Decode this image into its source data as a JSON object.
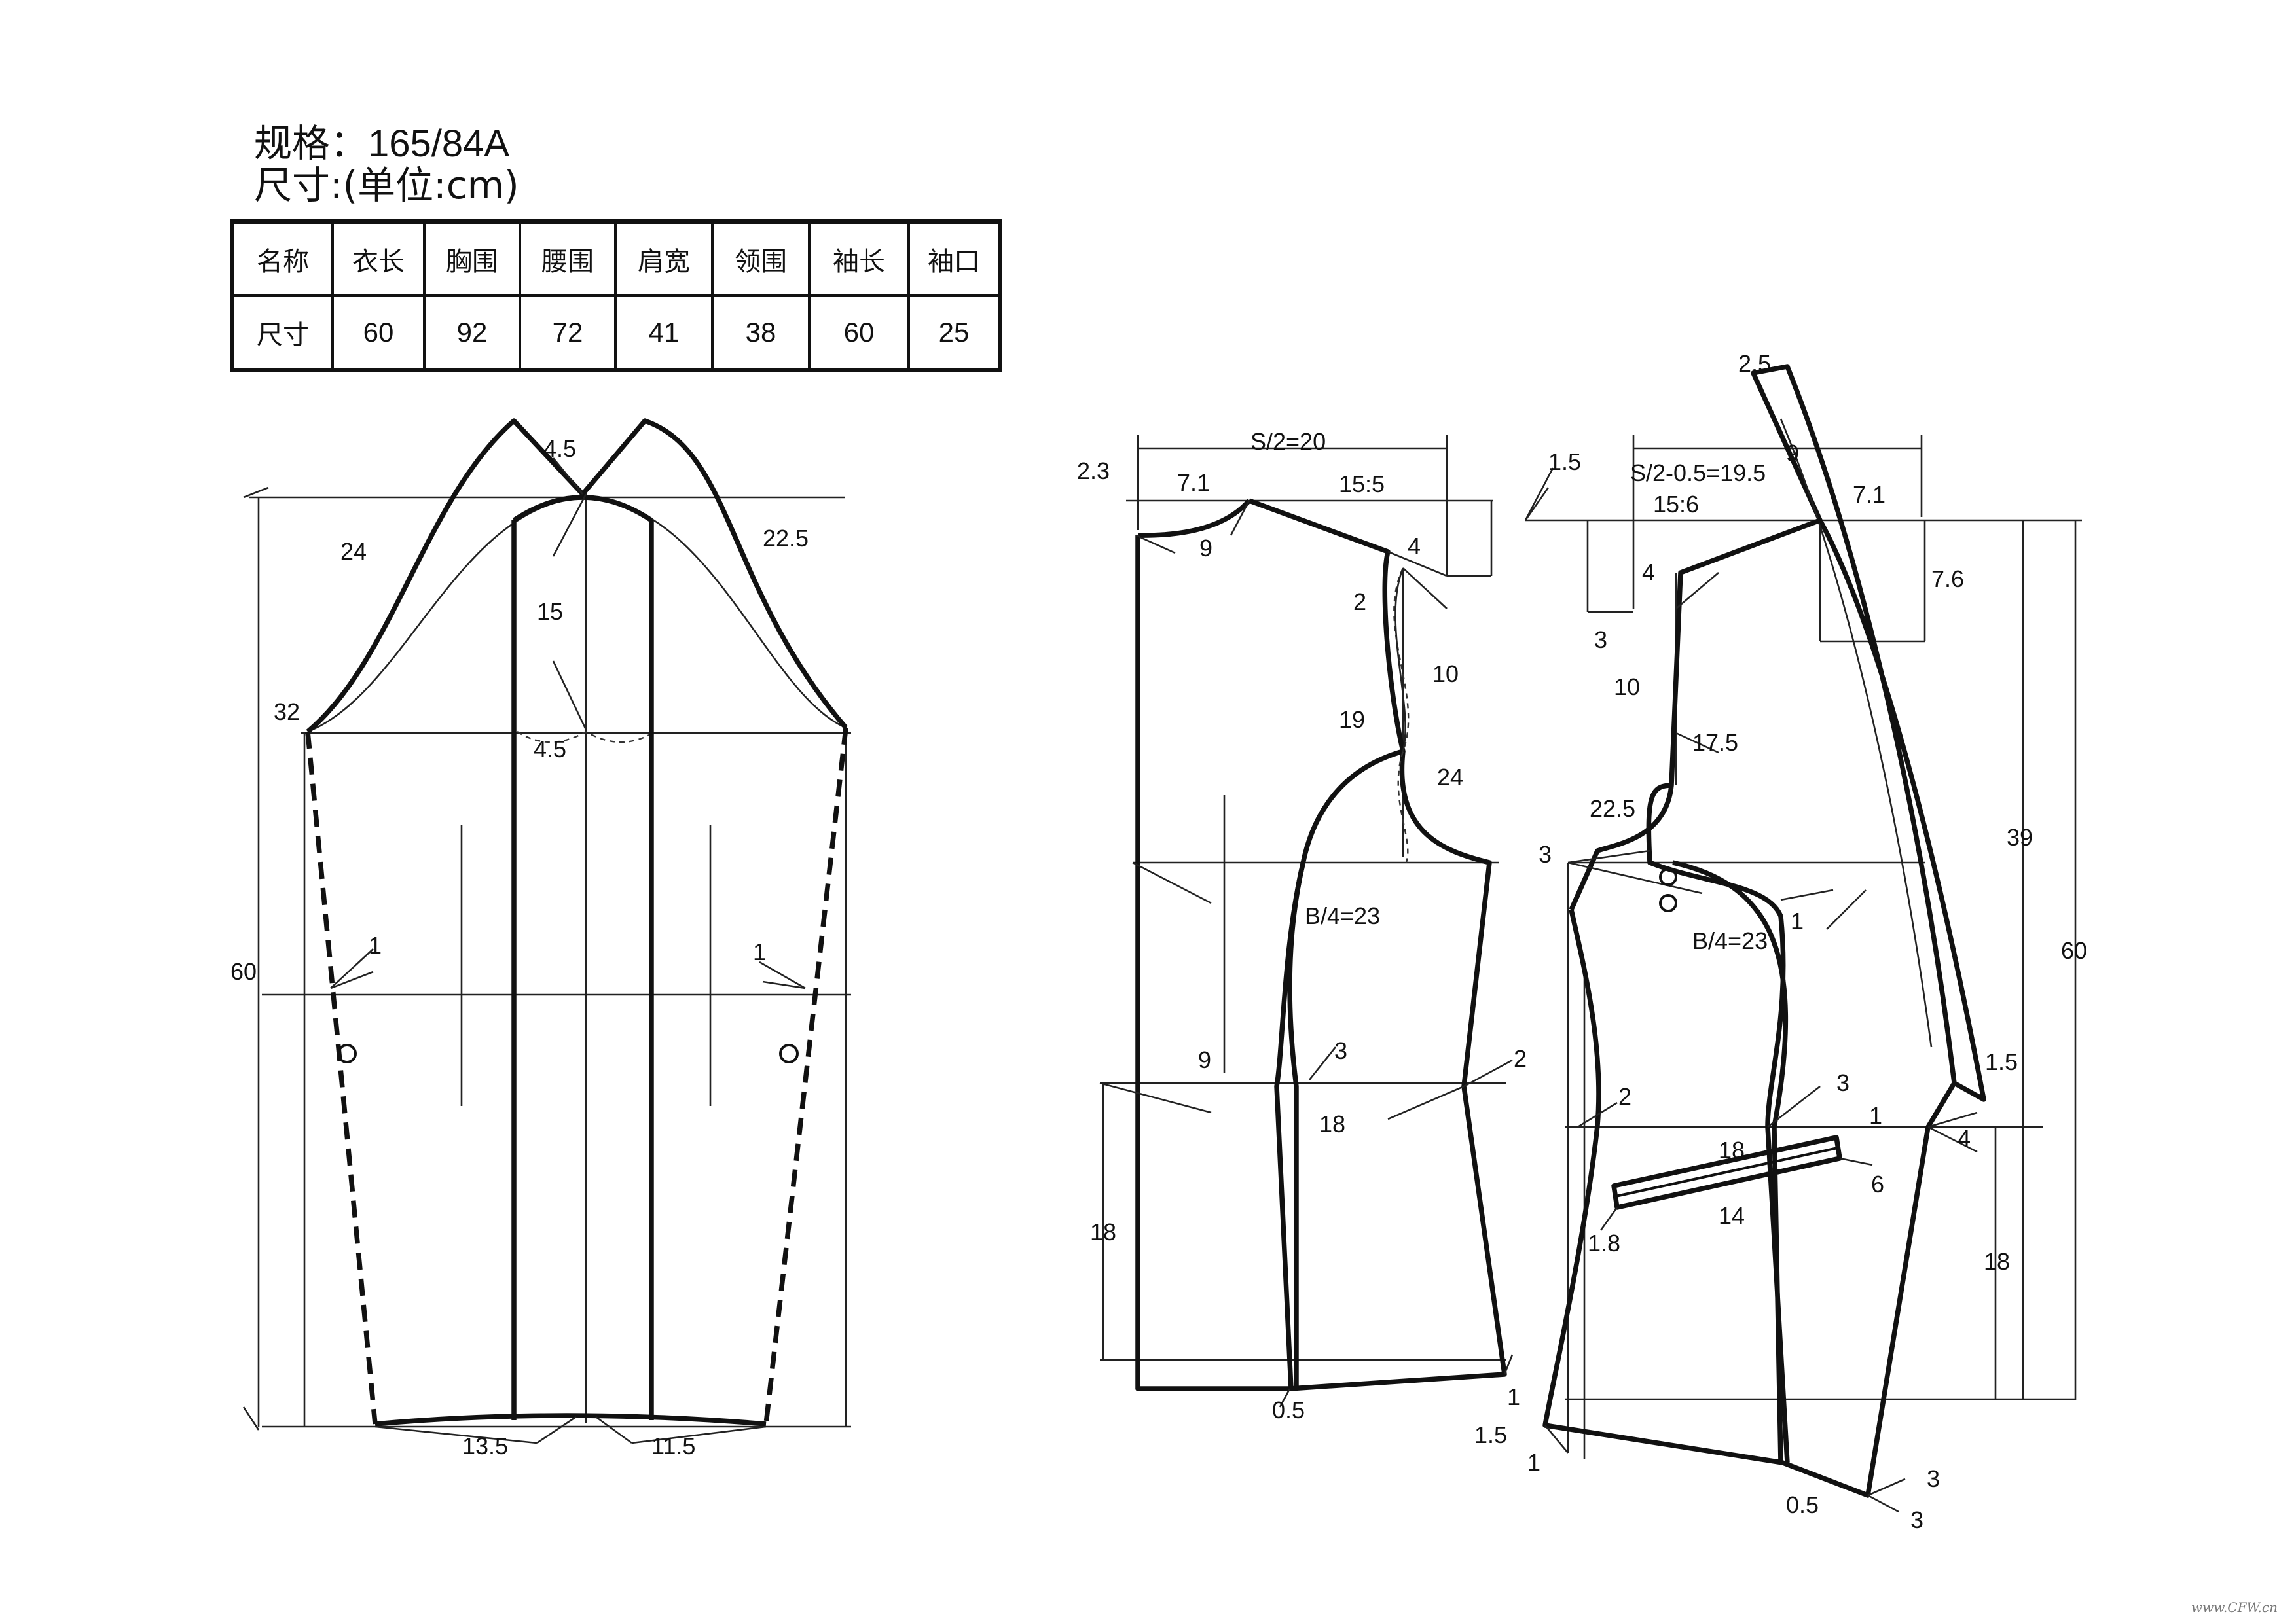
{
  "header": {
    "spec_label": "规格：",
    "spec_value": "165/84A",
    "size_label": "尺寸:(单位:cm)"
  },
  "table": {
    "headers": [
      "名称",
      "衣长",
      "胸围",
      "腰围",
      "肩宽",
      "领围",
      "袖长",
      "袖口"
    ],
    "row": [
      "尺寸",
      "60",
      "92",
      "72",
      "41",
      "38",
      "60",
      "25"
    ]
  },
  "sleeve": {
    "labels": [
      "4.5",
      "24",
      "22.5",
      "15",
      "32",
      "4.5",
      "60",
      "1",
      "1",
      "13.5",
      "11.5"
    ]
  },
  "back": {
    "labels": [
      "S/2=20",
      "2.3",
      "7.1",
      "15:5",
      "9",
      "4",
      "2",
      "10",
      "19",
      "24",
      "B/4=23",
      "9",
      "3",
      "2",
      "18",
      "18",
      "0.5",
      "1"
    ]
  },
  "front": {
    "labels": [
      "2.5",
      "1.5",
      "S/2-0.5=19.5",
      "9",
      "7.1",
      "15:6",
      "7.6",
      "4",
      "3",
      "10",
      "17.5",
      "22.5",
      "39",
      "60",
      "3",
      "B/4=23",
      "1",
      "1.5",
      "3",
      "2",
      "18",
      "1",
      "6",
      "4",
      "14",
      "1.8",
      "18",
      "1.5",
      "1",
      "0.5",
      "3",
      "3"
    ]
  },
  "watermark": "www.CFW.cn"
}
